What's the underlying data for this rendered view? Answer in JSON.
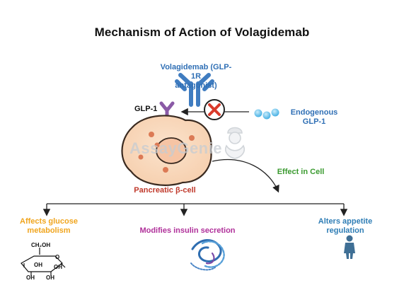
{
  "title": "Mechanism of Action of Volagidemab",
  "drug": {
    "line1": "Volagidemab (GLP-1R",
    "line2": "antagonist)"
  },
  "receptor_label": "GLP-1",
  "endogenous": {
    "line1": "Endogenous",
    "line2": "GLP-1"
  },
  "watermark": "AssayGenie",
  "cell_label": "Pancreatic β-cell",
  "effect_label": "Effect in Cell",
  "effects": {
    "glucose": {
      "line1": "Affects glucose",
      "line2": "metabolism"
    },
    "insulin": {
      "line1": "Modifies insulin secretion"
    },
    "appetite": {
      "line1": "Alters appetite",
      "line2": "regulation"
    }
  },
  "glucose_structure": {
    "ch2oh": "CH₂OH",
    "ring_o": "O",
    "oh_left": "OH",
    "oh_right": "OH",
    "oh_bottom_left": "OH",
    "oh_bottom_right": "OH"
  },
  "colors": {
    "title": "#111111",
    "drug": "#2f6fb5",
    "endogenous": "#2f6fb5",
    "receptor": "#8a5aa6",
    "cell_label": "#c0392b",
    "effect": "#3a9a2f",
    "glucose": "#f0a51e",
    "insulin": "#b0309a",
    "appetite": "#2e7db5",
    "block": "#d93a2b"
  }
}
